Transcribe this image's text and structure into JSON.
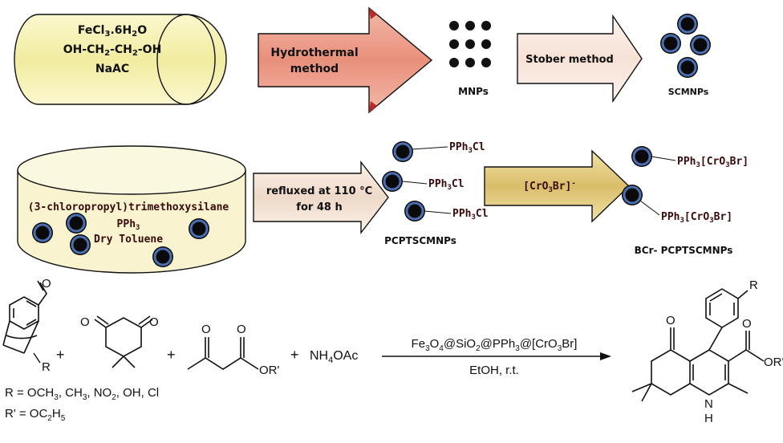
{
  "reagents_top": [
    "FeCl3.6H2O",
    "OH-CH2-CH2-OH",
    "NaAC"
  ],
  "hydrothermal": [
    "Hydrothermal",
    "method"
  ],
  "mnps_label": "MNPs",
  "stober": "Stober method",
  "scmnps_label": "SCMNPs",
  "tank_text": [
    "(3-chloropropyl)trimethoxysilane",
    "PPh3",
    "Dry Toluene"
  ],
  "reflux": [
    "refluxed at 110 °C",
    "for 48 h"
  ],
  "pcpt_groups": [
    "PPh3Cl",
    "PPh3Cl",
    "PPh3Cl"
  ],
  "pcpt_label": "PCPTSCMNPs",
  "reagent_cro3br": "[CrO3Br]-",
  "bcr_groups": [
    "PPh3[CrO3Br]",
    "PPh3[CrO3Br]"
  ],
  "bcr_label": "BCr- PCPTSCMNPs",
  "reaction": {
    "plus": "+",
    "nh4oac": "NH4OAc",
    "catalyst": "Fe3O4@SiO2@PPh3@[CrO3Br]",
    "conditions": "EtOH, r.t.",
    "r_def": "R = OCH3, CH3, NO2, OH, Cl",
    "rp_def": "R' = OC2H5",
    "atoms": {
      "O": "O",
      "R": "R",
      "ORp": "OR'",
      "N": "N",
      "H": "H"
    }
  },
  "colors": {
    "cylinder": "#f6f2b0",
    "tank": "#f9f4cf",
    "hydro_arrow": "#e89a86",
    "stober_arrow": "#fbe9df",
    "reflux_arrow": "#f3e2d6",
    "cro3br_arrow": "#e3cb84",
    "particle_ring": "#3f63a6",
    "label_dark": "#3a0a0a"
  }
}
